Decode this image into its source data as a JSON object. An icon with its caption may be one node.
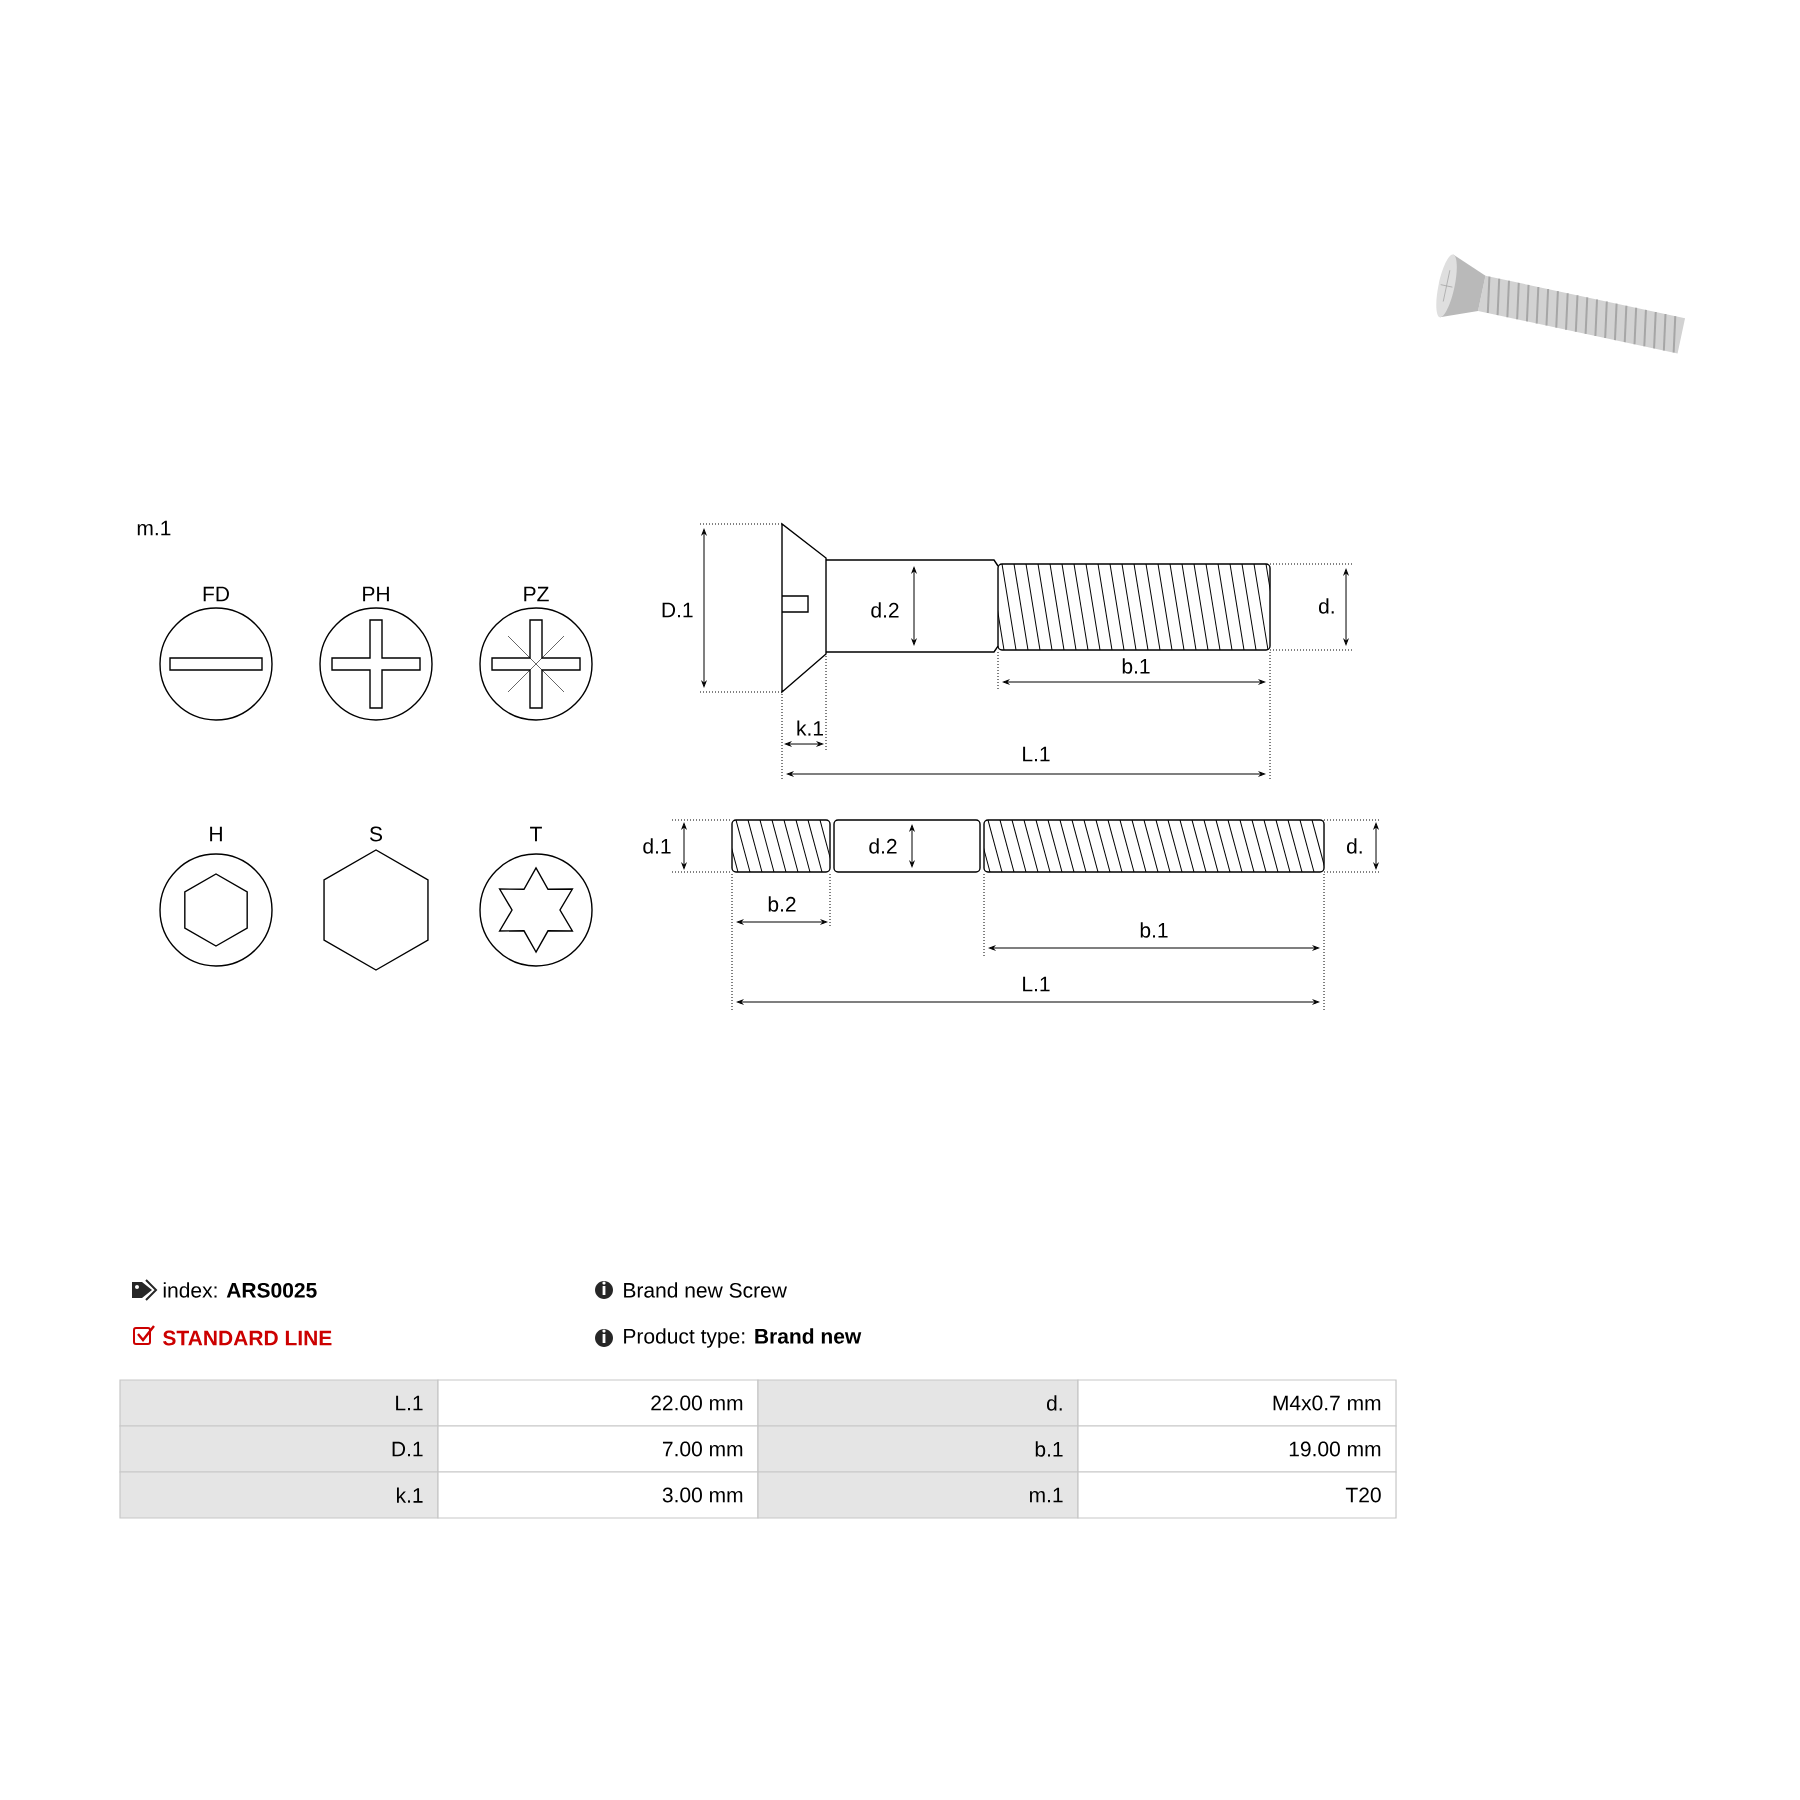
{
  "diagram": {
    "labels": [
      "m.1",
      "FD",
      "PH",
      "PZ",
      "H",
      "S",
      "T",
      "D.1",
      "d.2",
      "d.",
      "b.1",
      "k.1",
      "L.1",
      "d.1",
      "d.2",
      "d.",
      "b.2",
      "b.1",
      "L.1",
      "index: **ARS0025**",
      "Brand new Screw",
      "STANDARD LINE",
      "Product type: **Brand new**",
      "L.1",
      "22.00 mm",
      "d.",
      "M4x0.7 mm",
      "D.1",
      "7.00 mm",
      "b.1",
      "19.00 mm",
      "k.1",
      "3.00 mm",
      "m.1",
      "T20"
    ]
  }
}
